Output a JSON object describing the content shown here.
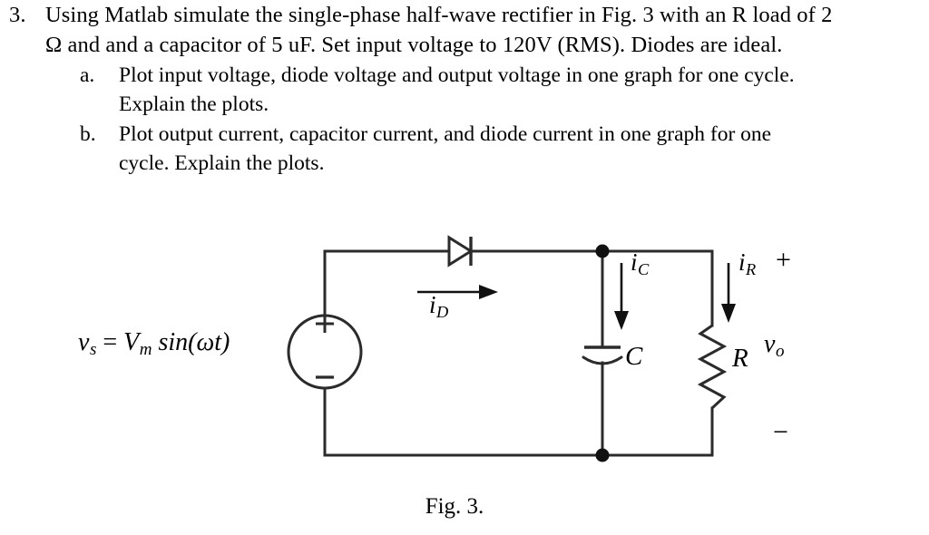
{
  "question": {
    "number": "3.",
    "text_line1": "Using Matlab simulate the single-phase half-wave rectifier in Fig. 3 with an R load of 2",
    "text_line2": "Ω and and a capacitor of 5 uF. Set input voltage to 120V (RMS). Diodes are ideal.",
    "subitems": [
      {
        "marker": "a.",
        "line1": "Plot input voltage, diode voltage and output voltage in one graph for one cycle.",
        "line2": "Explain the plots."
      },
      {
        "marker": "b.",
        "line1": "Plot output current, capacitor current, and diode current in one graph for one",
        "line2": "cycle. Explain the plots."
      }
    ]
  },
  "figure": {
    "caption": "Fig. 3.",
    "source_label": {
      "v": "v",
      "v_sub": "s",
      "equals": " = ",
      "V": "V",
      "V_sub": "m",
      "func": " sin(ωt)"
    },
    "labels": {
      "diode_current": "i",
      "diode_current_sub": "D",
      "capacitor_current": "i",
      "capacitor_current_sub": "C",
      "resistor_current": "i",
      "resistor_current_sub": "R",
      "capacitor": "C",
      "resistor": "R",
      "output_voltage": "v",
      "output_voltage_sub": "o",
      "polarity_plus": "+",
      "polarity_minus": "−",
      "source_plus": "+",
      "source_minus": "−"
    },
    "colors": {
      "wire": "#2b2b2b",
      "node": "#111111",
      "text": "#111111",
      "background": "#ffffff"
    }
  }
}
